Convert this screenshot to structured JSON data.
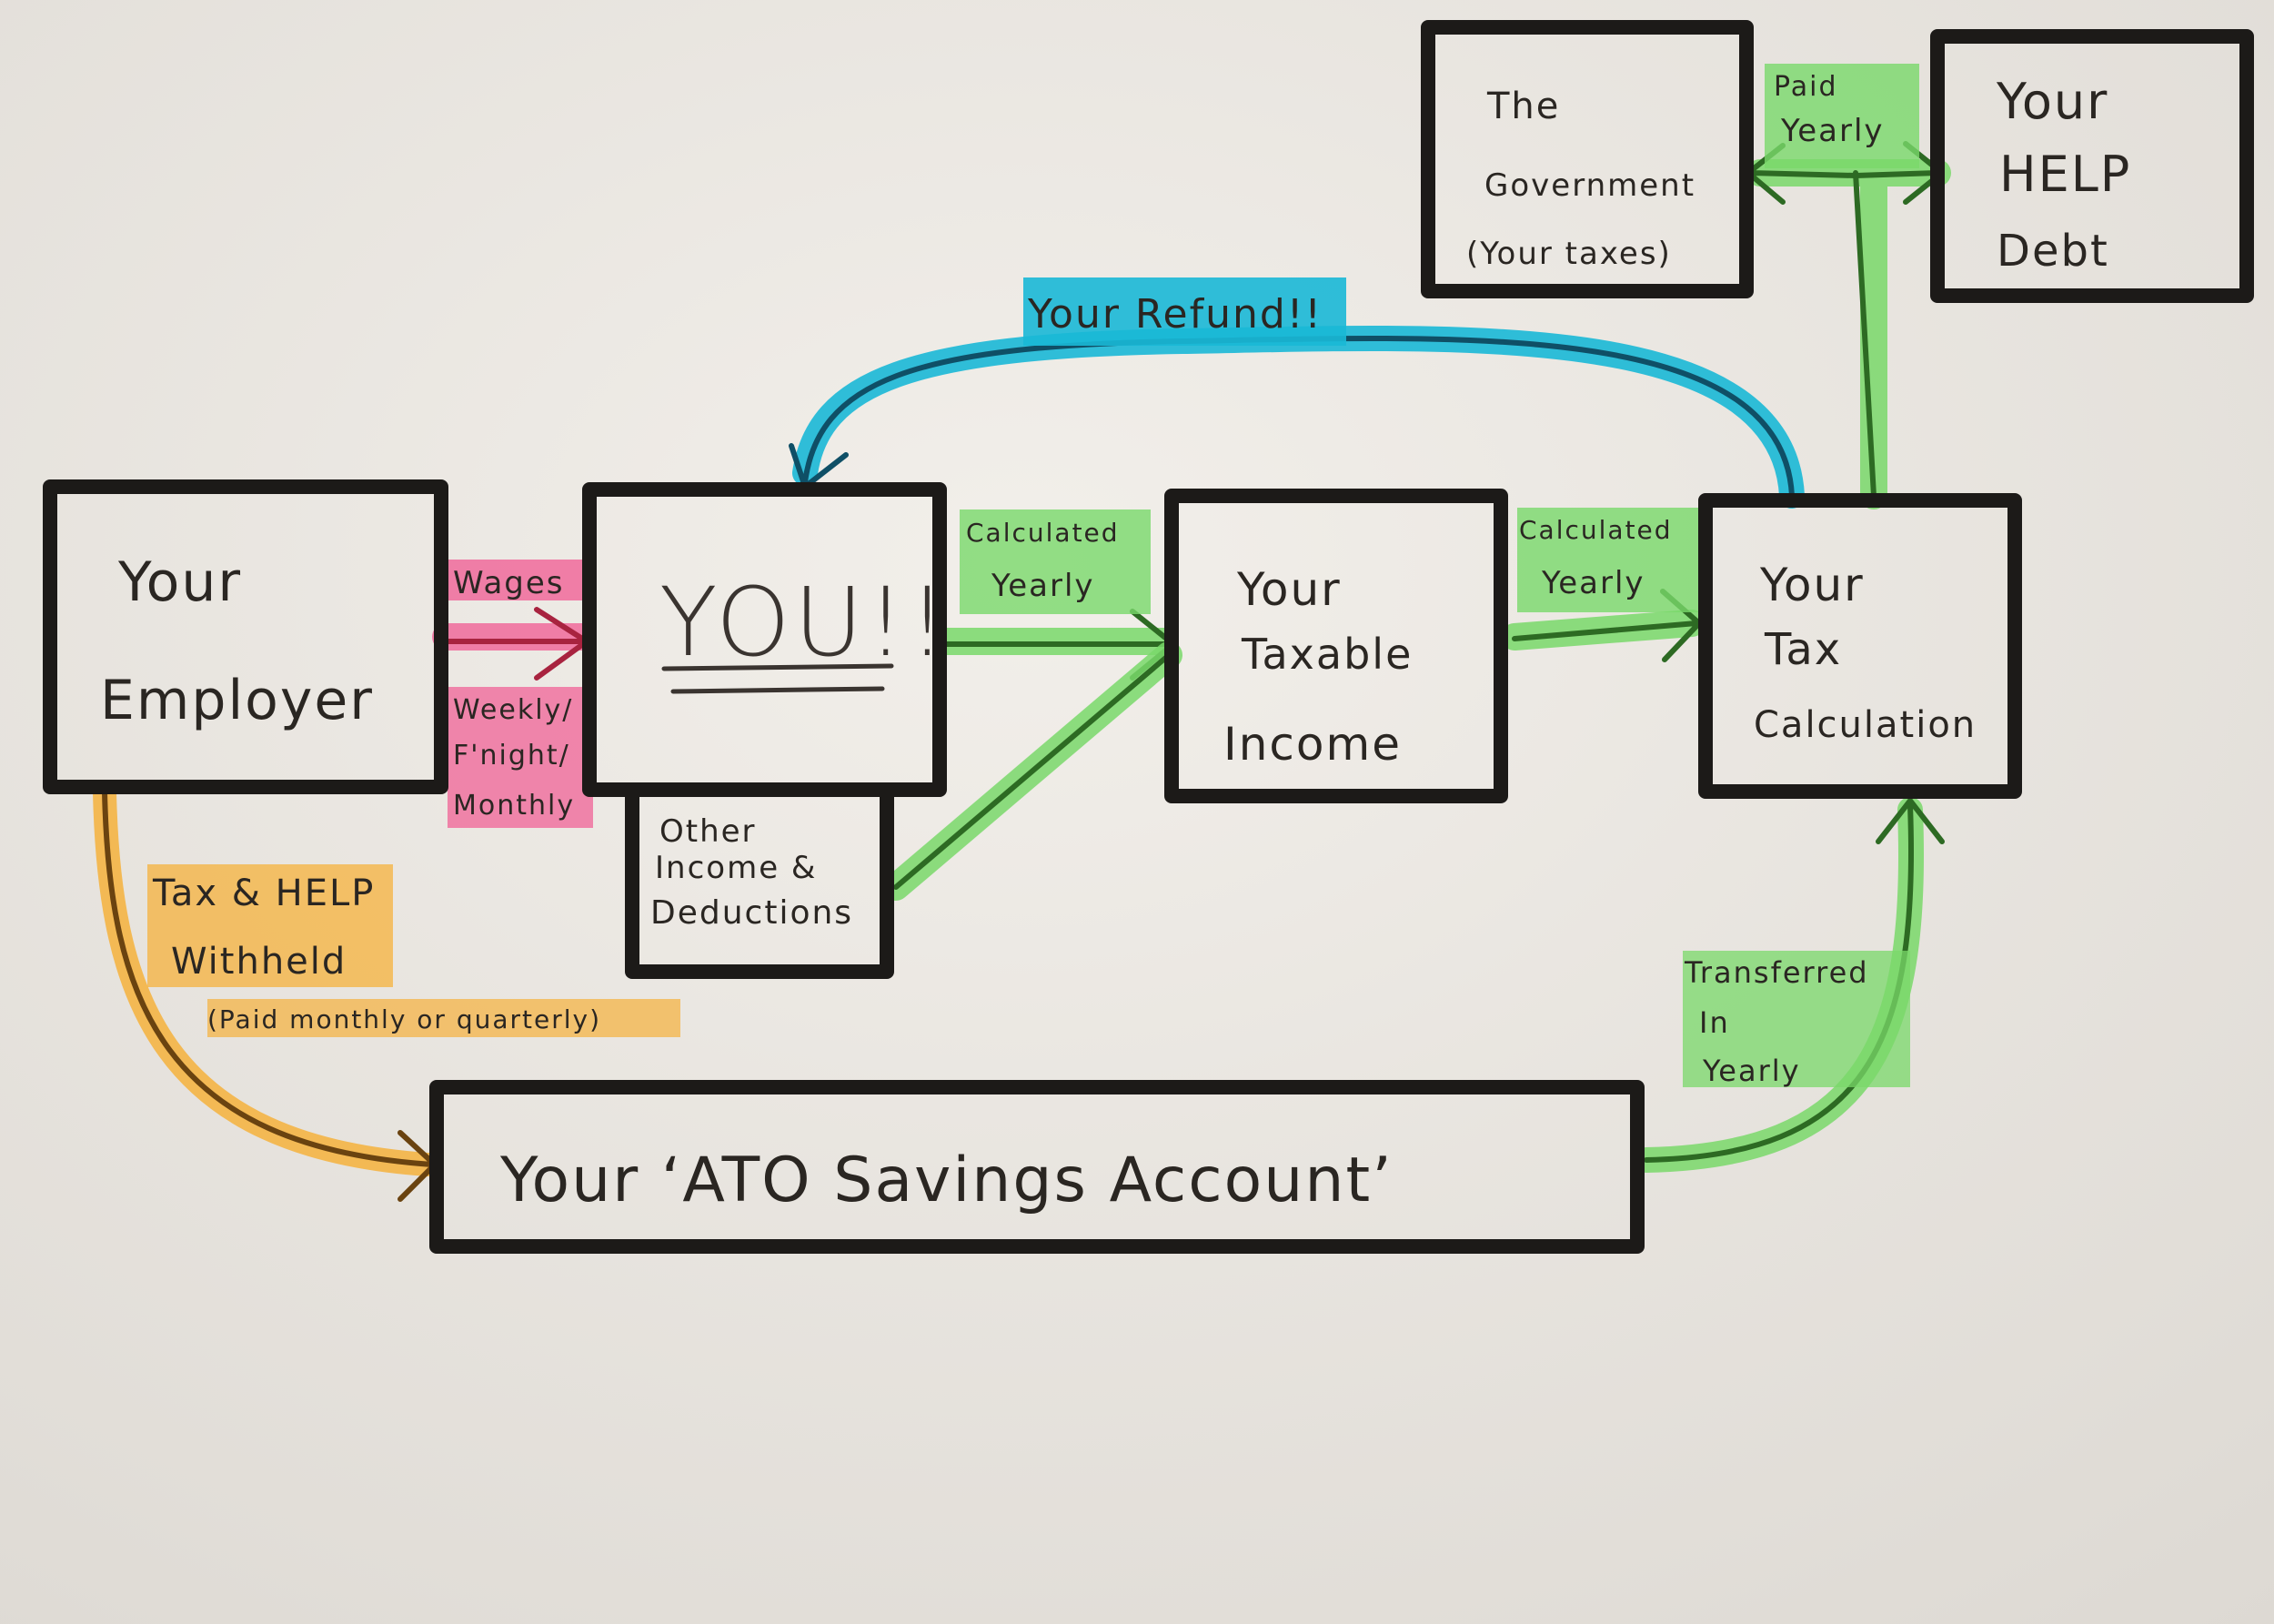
{
  "colors": {
    "paper": "#e9e6e1",
    "ink": "#1c1a18",
    "pink": "#f06a9b",
    "green": "#79d86a",
    "blue": "#19b8d6",
    "orange": "#f5b13c"
  },
  "nodes": {
    "employer": [
      "Your",
      "Employer"
    ],
    "you": "YOU!!",
    "other": [
      "Other",
      "Income &",
      "Deductions"
    ],
    "taxable": [
      "Your",
      "Taxable",
      "Income"
    ],
    "taxcalc": [
      "Your",
      "Tax",
      "Calculation"
    ],
    "government": [
      "The",
      "Government",
      "(Your taxes)"
    ],
    "help": [
      "Your",
      "HELP",
      "Debt"
    ],
    "ato": "Your ‘ATO Savings Account’"
  },
  "labels": {
    "wages": "Wages",
    "frequency": [
      "Weekly/",
      "F'night/",
      "Monthly"
    ],
    "calc1": [
      "Calculated",
      "Yearly"
    ],
    "calc2": [
      "Calculated",
      "Yearly"
    ],
    "refund": "Your Refund!!",
    "paid_yearly": [
      "Paid",
      "Yearly"
    ],
    "withheld": [
      "Tax & HELP",
      "Withheld"
    ],
    "withheld_note": "(Paid monthly or quarterly)",
    "transferred": [
      "Transferred",
      "In",
      "Yearly"
    ]
  }
}
